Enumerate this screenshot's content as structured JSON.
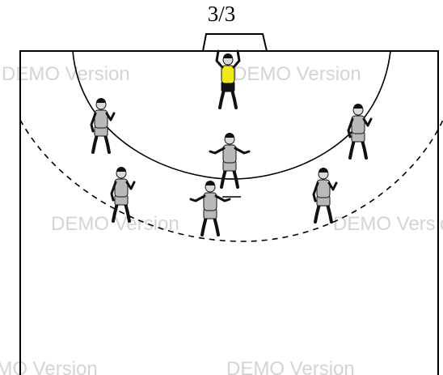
{
  "header": {
    "title": "3/3"
  },
  "watermark": {
    "text": "DEMO Version",
    "color": "#d4d4d4"
  },
  "court": {
    "line_color": "#000000",
    "background": "#ffffff"
  },
  "team": {
    "goalkeeper_shirt": "#f2e81a",
    "goalkeeper_pants": "#111111",
    "player_shirt": "#b9b9b9",
    "player_outline": "#111111"
  },
  "players": [
    {
      "role": "goalkeeper",
      "pose": "arms-up"
    },
    {
      "role": "left-wing",
      "pose": "ready"
    },
    {
      "role": "right-wing",
      "pose": "ready"
    },
    {
      "role": "center-back",
      "pose": "arms-out"
    },
    {
      "role": "left-back",
      "pose": "ready"
    },
    {
      "role": "pivot",
      "pose": "arms-out"
    },
    {
      "role": "right-back",
      "pose": "ready"
    }
  ]
}
